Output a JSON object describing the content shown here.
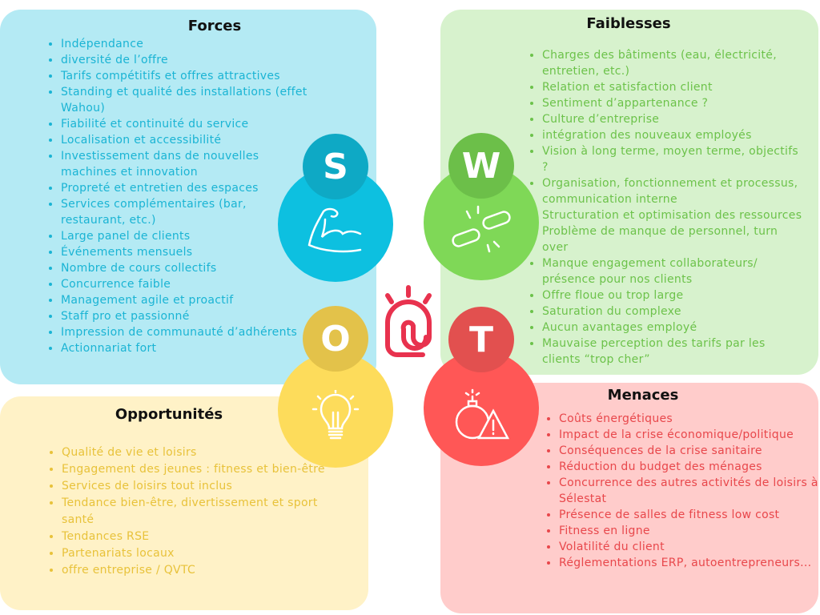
{
  "colors": {
    "strengths": "#1ab4d4",
    "weaknesses": "#6cc24a",
    "opportunities": "#e8c23a",
    "threats": "#e8474b"
  },
  "strengths": {
    "letter": "S",
    "title": "Forces",
    "icon": "flexed-bicep-icon",
    "items": [
      "Indépendance",
      "diversité de l’offre",
      "Tarifs compétitifs et offres attractives",
      "Standing et qualité des installations (effet Wahou)",
      "Fiabilité et continuité du service",
      "Localisation et accessibilité",
      "Investissement dans de nouvelles machines et innovation",
      "Propreté et entretien des espaces",
      "Services complémentaires (bar, restaurant, etc.)",
      "Large panel de clients",
      "Événements mensuels",
      "Nombre de cours collectifs",
      "Concurrence faible",
      "Management agile et proactif",
      "Staff pro et passionné",
      "Impression de communauté d’adhérents",
      "Actionnariat fort"
    ]
  },
  "weaknesses": {
    "letter": "W",
    "title": "Faiblesses",
    "icon": "broken-chain-icon",
    "items": [
      "Charges des bâtiments (eau, électricité, entretien, etc.)",
      "Relation et satisfaction client",
      "Sentiment d’appartenance ?",
      "Culture d’entreprise",
      "intégration des nouveaux employés",
      "Vision à long terme, moyen terme, objectifs ?",
      "Organisation, fonctionnement et processus, communication interne",
      "Structuration et optimisation des ressources",
      "Problème de manque de personnel, turn over",
      "Manque engagement collaborateurs/ présence pour nos clients",
      "Offre floue ou trop large",
      "Saturation du complexe",
      "Aucun avantages employé",
      "Mauvaise perception des tarifs par les clients “trop cher”"
    ]
  },
  "opportunities": {
    "letter": "O",
    "title": "Opportunités",
    "icon": "lightbulb-icon",
    "items": [
      "Qualité de vie et loisirs",
      "Engagement des jeunes : fitness et bien-être",
      "Services de loisirs tout inclus",
      "Tendance bien-être, divertissement et sport santé",
      "Tendances RSE",
      "Partenariats locaux",
      "offre entreprise / QVTC"
    ]
  },
  "threats": {
    "letter": "T",
    "title": "Menaces",
    "icon": "bomb-warning-icon",
    "items": [
      "Coûts énergétiques",
      "Impact de la crise économique/politique",
      "Conséquences de la crise sanitaire",
      "Réduction du budget des ménages",
      "Concurrence des autres activités de loisirs à Sélestat",
      "Présence de salles de fitness low cost",
      "Fitness en ligne",
      "Volatilité du client",
      "Réglementations ERP, autoentrepreneurs..."
    ]
  }
}
